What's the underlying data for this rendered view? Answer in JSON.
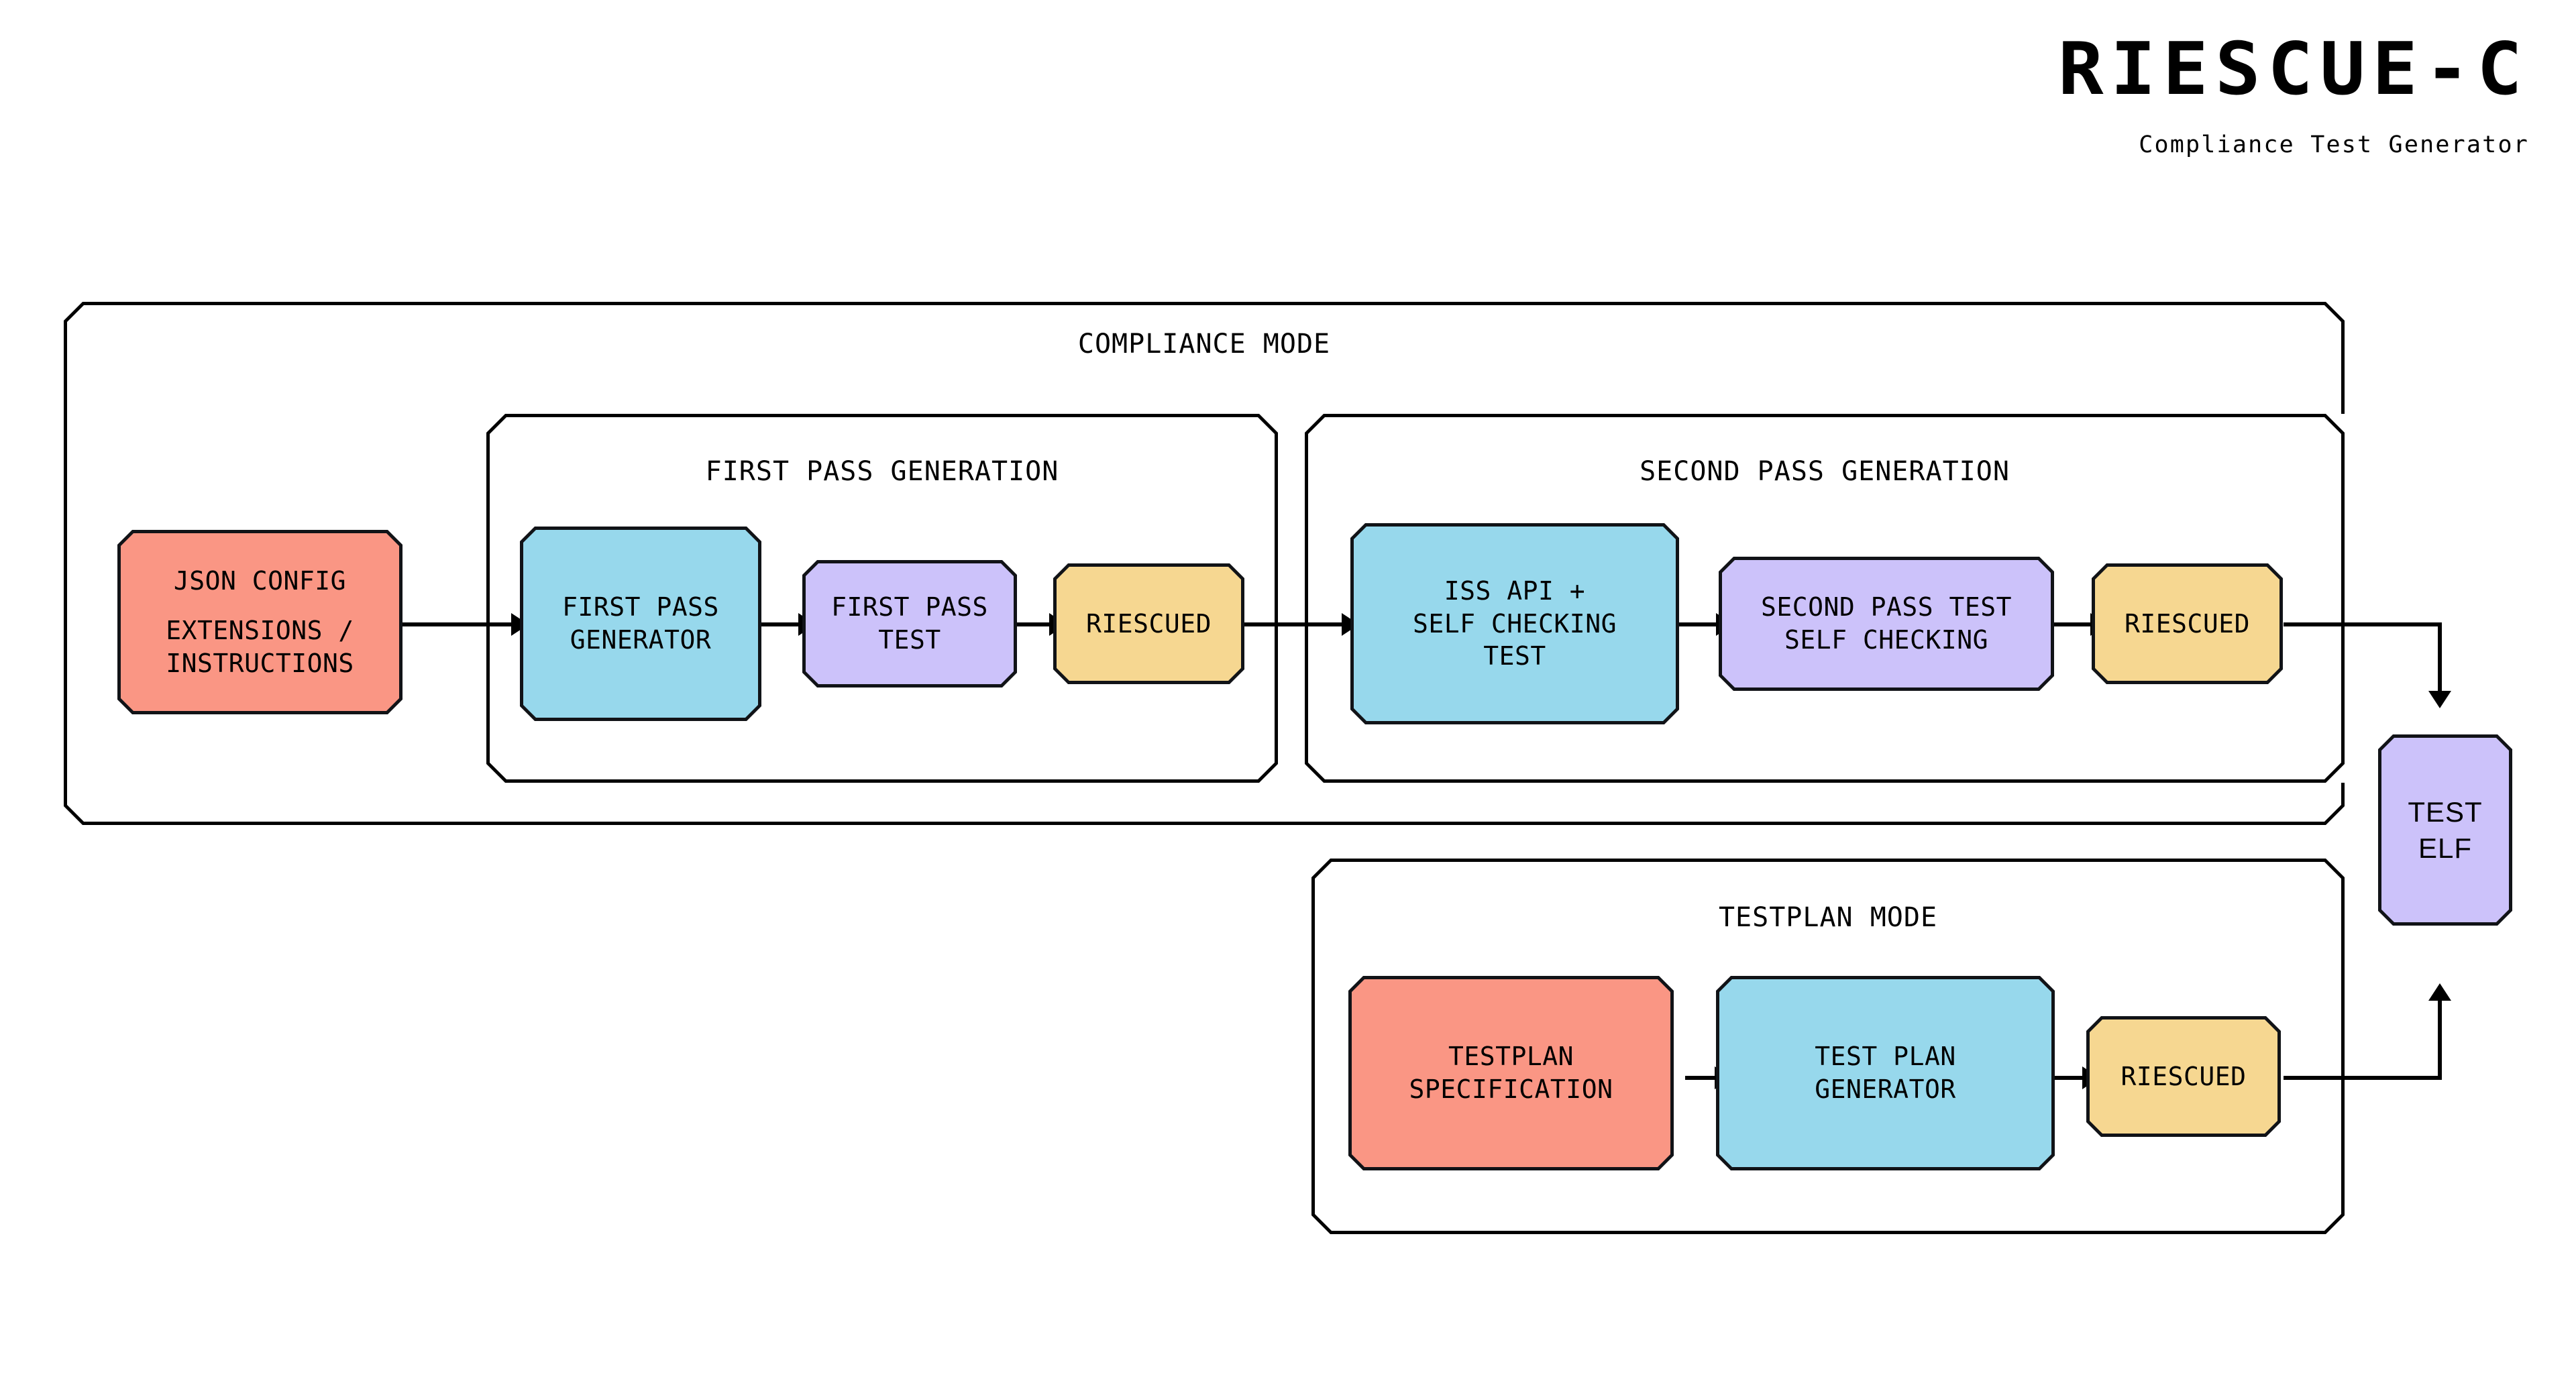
{
  "brand": {
    "title": "RIESCUE-C",
    "subtitle": "Compliance Test Generator"
  },
  "containers": {
    "compliance_mode": {
      "title": "COMPLIANCE MODE"
    },
    "first_pass": {
      "title": "FIRST PASS GENERATION"
    },
    "second_pass": {
      "title": "SECOND PASS GENERATION"
    },
    "testplan_mode": {
      "title": "TESTPLAN MODE"
    }
  },
  "nodes": {
    "json_config": {
      "line1": "JSON CONFIG",
      "line2": "EXTENSIONS /\nINSTRUCTIONS",
      "color": "#FA9684"
    },
    "first_pass_generator": {
      "label": "FIRST PASS\nGENERATOR",
      "color": "#97D8EC"
    },
    "first_pass_test": {
      "label": "FIRST PASS\nTEST",
      "color": "#CCC2FA"
    },
    "riescued_first": {
      "label": "RIESCUED",
      "color": "#F6D791"
    },
    "iss_api_test": {
      "label": "ISS API +\nSELF CHECKING\nTEST",
      "color": "#97D8EC"
    },
    "second_pass_test": {
      "label": "SECOND PASS TEST\nSELF CHECKING",
      "color": "#CCC2FA"
    },
    "riescued_second": {
      "label": "RIESCUED",
      "color": "#F6D791"
    },
    "testplan_specification": {
      "label": "TESTPLAN\nSPECIFICATION",
      "color": "#FA9684"
    },
    "test_plan_generator": {
      "label": "TEST PLAN\nGENERATOR",
      "color": "#97D8EC"
    },
    "riescued_testplan": {
      "label": "RIESCUED",
      "color": "#F6D791"
    },
    "test_elf": {
      "label": "TEST\nELF",
      "color": "#CCC2FA"
    }
  },
  "colors": {
    "stroke": "#000000",
    "background": "#FFFFFF",
    "salmon": "#FA9684",
    "cyan": "#97D8EC",
    "lavender": "#CCC2FA",
    "amber": "#F6D791"
  }
}
